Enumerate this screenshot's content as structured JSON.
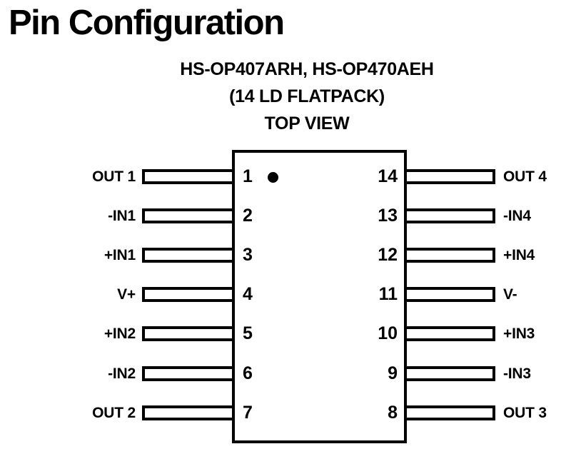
{
  "page": {
    "title": "Pin Configuration"
  },
  "subtitle": {
    "part_numbers": "HS-OP407ARH, HS-OP470AEH",
    "package": "(14 LD FLATPACK)",
    "view": "TOP VIEW"
  },
  "chip": {
    "pin1_marker": "filled-dot",
    "left_pins": [
      {
        "number": "1",
        "label": "OUT 1"
      },
      {
        "number": "2",
        "label": "-IN1"
      },
      {
        "number": "3",
        "label": "+IN1"
      },
      {
        "number": "4",
        "label": "V+"
      },
      {
        "number": "5",
        "label": "+IN2"
      },
      {
        "number": "6",
        "label": "-IN2"
      },
      {
        "number": "7",
        "label": "OUT 2"
      }
    ],
    "right_pins": [
      {
        "number": "14",
        "label": "OUT 4"
      },
      {
        "number": "13",
        "label": "-IN4"
      },
      {
        "number": "12",
        "label": "+IN4"
      },
      {
        "number": "11",
        "label": "V-"
      },
      {
        "number": "10",
        "label": "+IN3"
      },
      {
        "number": "9",
        "label": "-IN3"
      },
      {
        "number": "8",
        "label": "OUT 3"
      }
    ]
  },
  "colors": {
    "ink": "#000000",
    "background": "#ffffff"
  }
}
